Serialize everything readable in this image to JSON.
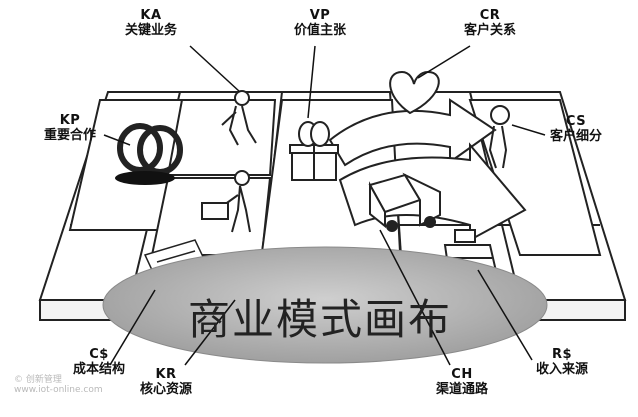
{
  "title": "商业模式画布",
  "blocks": {
    "ka": {
      "code": "KA",
      "name": "关键业务"
    },
    "vp": {
      "code": "VP",
      "name": "价值主张"
    },
    "cr": {
      "code": "CR",
      "name": "客户关系"
    },
    "kp": {
      "code": "KP",
      "name": "重要合作"
    },
    "cs": {
      "code": "CS",
      "name": "客户细分"
    },
    "cost": {
      "code": "C$",
      "name": "成本结构"
    },
    "kr": {
      "code": "KR",
      "name": "核心资源"
    },
    "ch": {
      "code": "CH",
      "name": "渠道通路"
    },
    "rev": {
      "code": "R$",
      "name": "收入来源"
    }
  },
  "watermark": {
    "line1": "© 创新管理",
    "line2": "www.iot-online.com"
  }
}
